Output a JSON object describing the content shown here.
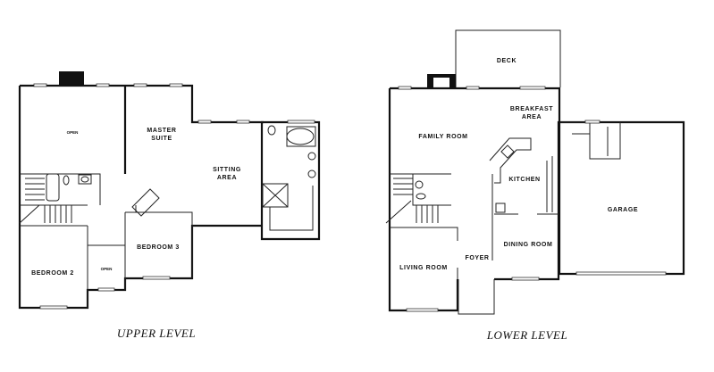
{
  "upper": {
    "caption": "UPPER LEVEL",
    "rooms": {
      "open1": "OPEN",
      "master1": "MASTER",
      "master2": "SUITE",
      "sitting1": "SITTING",
      "sitting2": "AREA",
      "bedroom3": "BEDROOM 3",
      "bedroom2": "BEDROOM 2",
      "open2": "OPEN"
    }
  },
  "lower": {
    "caption": "LOWER LEVEL",
    "rooms": {
      "deck": "DECK",
      "breakfast1": "BREAKFAST",
      "breakfast2": "AREA",
      "family": "FAMILY ROOM",
      "kitchen": "KITCHEN",
      "garage": "GARAGE",
      "dining": "DINING ROOM",
      "foyer": "FOYER",
      "living": "LIVING ROOM"
    }
  }
}
